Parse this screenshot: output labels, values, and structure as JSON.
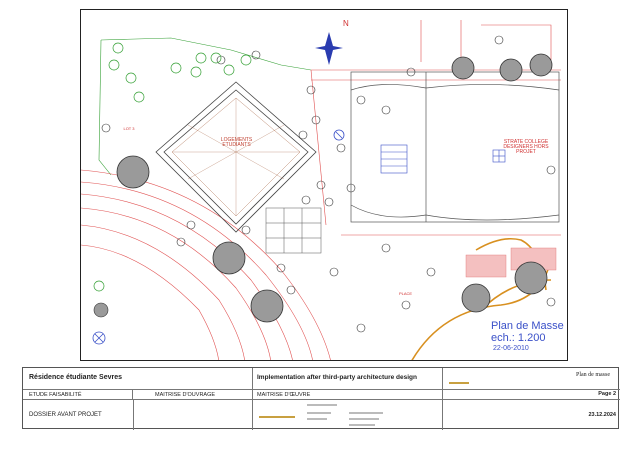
{
  "plan": {
    "labels": {
      "logements": "LOGEMENTS ETUDIANTS",
      "strate": "STRATE COLLEGE DESIGNERS HORS PROJET",
      "lot": "LOT 3",
      "place": "PLACE"
    },
    "title": "Plan de Masse",
    "scale": "ech.: 1.200",
    "date": "22-06-2010",
    "colors": {
      "frame": "#222222",
      "red_lines": "#e05050",
      "blue": "#3a50c8",
      "orange": "#d89020",
      "green": "#35a035",
      "dark": "#333333"
    }
  },
  "cartouche": {
    "project": "Résidence étudiante Sevres",
    "subtitle": "Implementation after third-party architecture design",
    "sheet_title": "Plan de masse",
    "etude": "ETUDE FAISABILITÉ",
    "maitrise_ouvrage": "MAITRISE D'OUVRAGE",
    "maitrise_oeuvre": "MAITRISE D'ŒUVRE",
    "page": "Page 2",
    "dossier": "DOSSIER AVANT PROJET",
    "date": "23.12.2024"
  }
}
